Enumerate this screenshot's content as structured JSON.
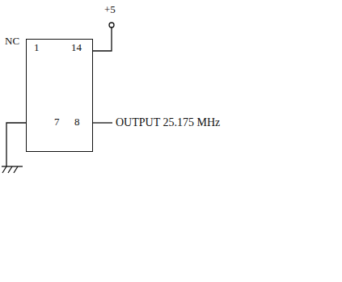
{
  "diagram": {
    "nodes": [
      {
        "text": [
          "1",
          "14",
          "7",
          "8"
        ]
      }
    ],
    "labels": [
      "+5",
      "NC",
      "OUTPUT 25.175 MHz"
    ]
  }
}
